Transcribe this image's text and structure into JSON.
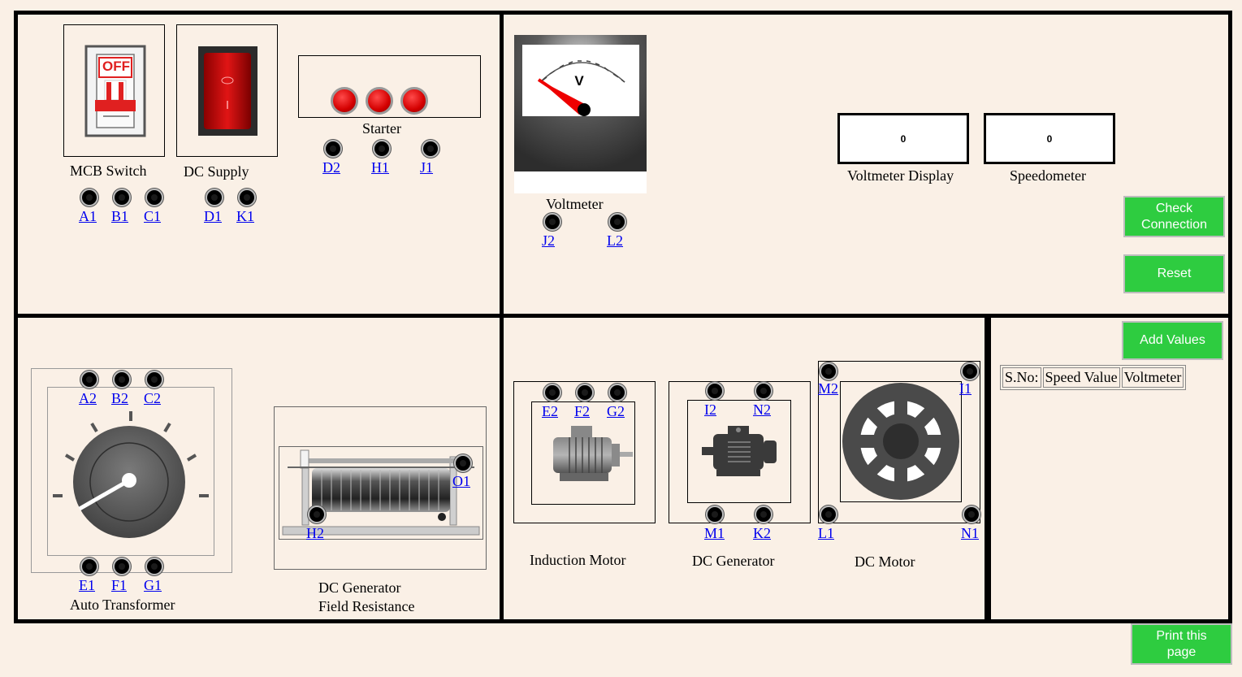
{
  "panel1": {
    "mcb_label": "MCB Switch",
    "mcb_state": "OFF",
    "dc_supply_label": "DC Supply",
    "starter_label": "Starter",
    "terminals": {
      "a1": "A1",
      "b1": "B1",
      "c1": "C1",
      "d1": "D1",
      "k1": "K1",
      "d2": "D2",
      "h1": "H1",
      "j1": "J1"
    }
  },
  "panel2": {
    "voltmeter_label": "Voltmeter",
    "voltmeter_symbol": "V",
    "terminals": {
      "j2": "J2",
      "l2": "L2"
    },
    "voltmeter_display_label": "Voltmeter Display",
    "voltmeter_display_value": "0",
    "speedometer_label": "Speedometer",
    "speedometer_value": "0",
    "check_connection_label": "Check Connection",
    "reset_label": "Reset"
  },
  "panel3": {
    "auto_transformer_label": "Auto Transformer",
    "field_resistance_line1": "DC Generator",
    "field_resistance_line2": "Field Resistance",
    "terminals": {
      "a2": "A2",
      "b2": "B2",
      "c2": "C2",
      "e1": "E1",
      "f1": "F1",
      "g1": "G1",
      "o1": "O1",
      "h2": "H2"
    }
  },
  "panel4": {
    "induction_motor_label": "Induction Motor",
    "dc_generator_label": "DC Generator",
    "dc_motor_label": "DC Motor",
    "terminals": {
      "e2": "E2",
      "f2": "F2",
      "g2": "G2",
      "i2": "I2",
      "n2": "N2",
      "m1": "M1",
      "k2": "K2",
      "m2": "M2",
      "i1": "I1",
      "l1": "L1",
      "n1": "N1"
    }
  },
  "panel5": {
    "add_values_label": "Add Values",
    "table_headers": [
      "S.No:",
      "Speed Value",
      "Voltmeter"
    ]
  },
  "print_label": "Print this page",
  "colors": {
    "background": "#faf0e6",
    "button_green": "#2ecc40",
    "link_blue": "#0000ee"
  }
}
